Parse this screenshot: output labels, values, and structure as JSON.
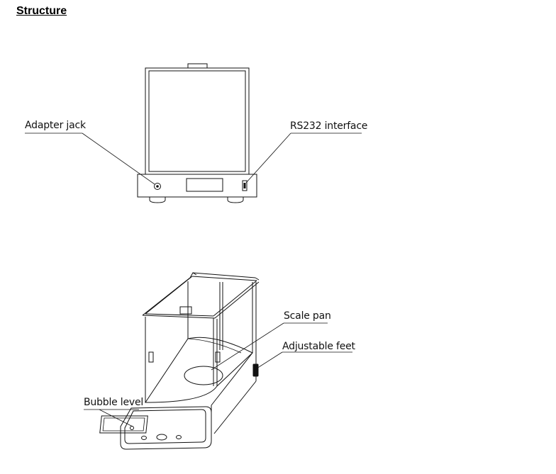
{
  "header": {
    "title": "Structure"
  },
  "top_view": {
    "callouts": {
      "adapter_jack": "Adapter jack",
      "rs232": "RS232 interface"
    }
  },
  "perspective_view": {
    "callouts": {
      "scale_pan": "Scale pan",
      "adjustable_feet": "Adjustable feet",
      "bubble_level": "Bubble level"
    }
  }
}
